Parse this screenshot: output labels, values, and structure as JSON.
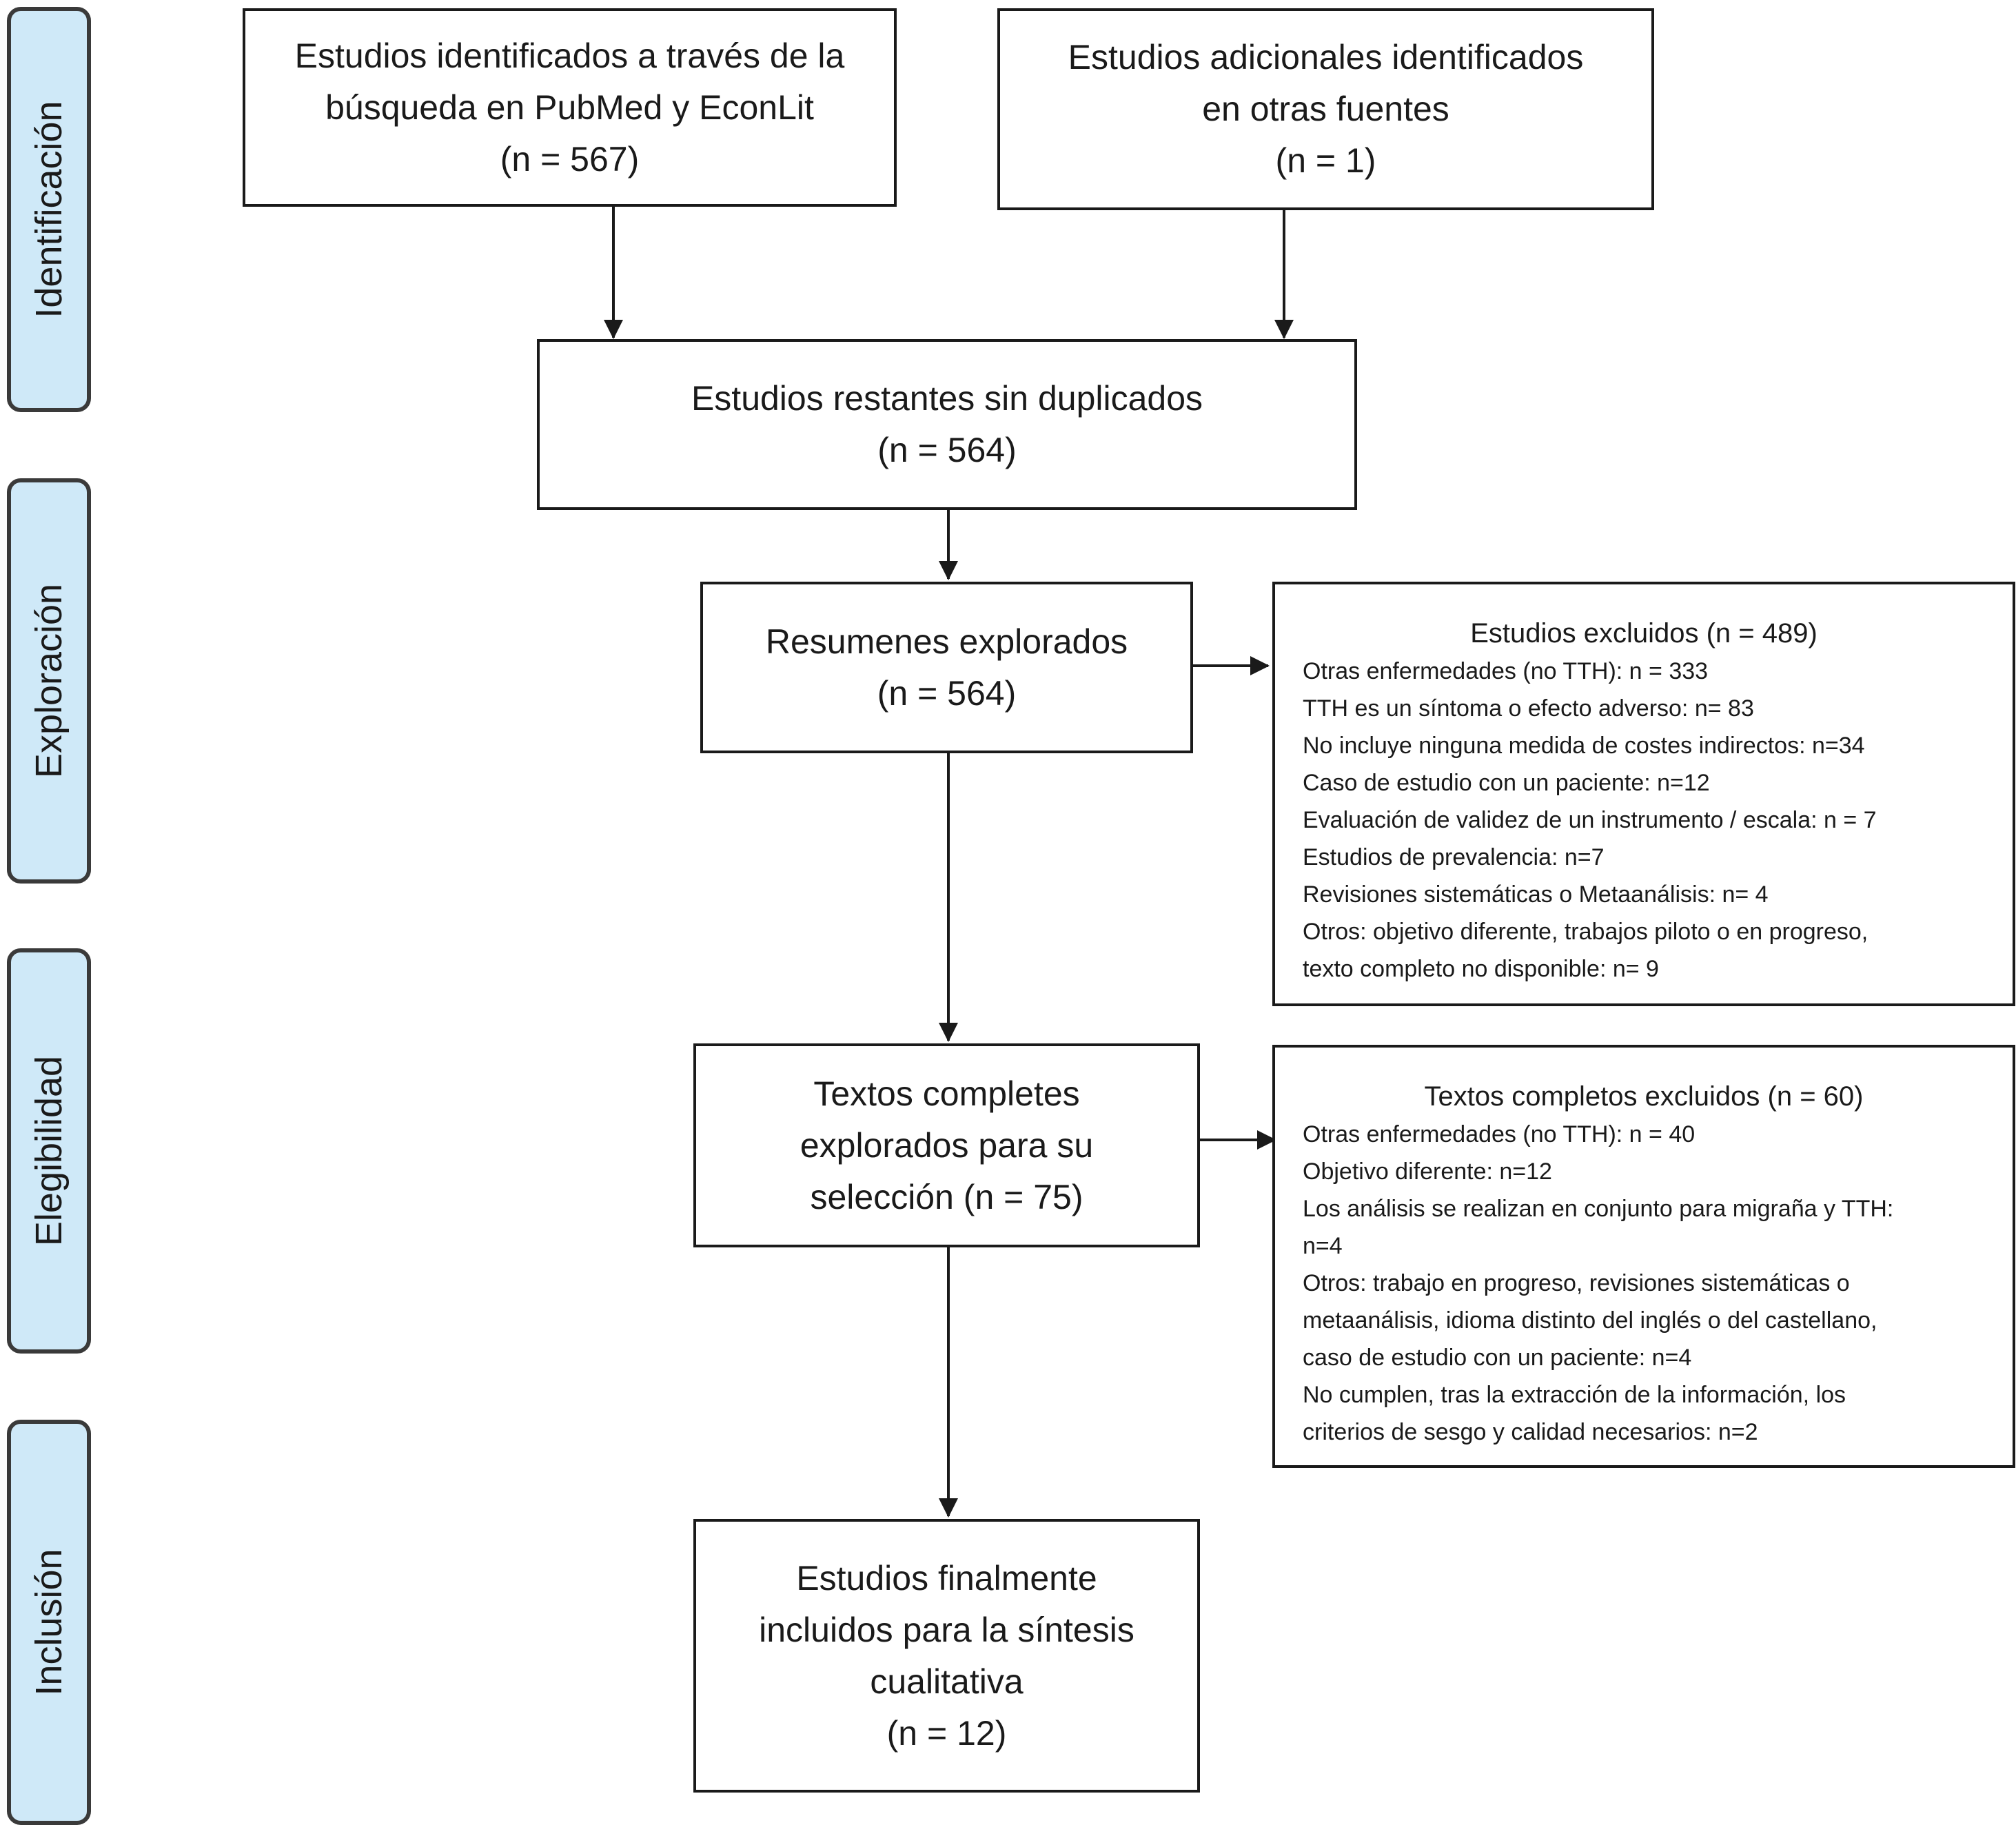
{
  "stages": {
    "identification": "Identificación",
    "screening": "Exploración",
    "eligibility": "Elegibilidad",
    "inclusion": "Inclusión"
  },
  "boxes": {
    "database_search": {
      "lines": [
        "Estudios identificados a través de la",
        "búsqueda en PubMed y EconLit",
        "(n = 567)"
      ]
    },
    "other_sources": {
      "lines": [
        "Estudios adicionales identificados",
        "en otras fuentes",
        "(n = 1)"
      ]
    },
    "after_duplicates": {
      "lines": [
        "Estudios restantes sin duplicados",
        "(n = 564)"
      ]
    },
    "screened": {
      "lines": [
        "Resumenes explorados",
        "(n = 564)"
      ]
    },
    "fulltext": {
      "lines": [
        "Textos completes",
        "explorados para su",
        "selección (n = 75)"
      ]
    },
    "included": {
      "lines": [
        "Estudios finalmente",
        "incluidos para la síntesis",
        "cualitativa",
        "(n = 12)"
      ]
    }
  },
  "excluded_abstracts": {
    "title": "Estudios excluidos (n = 489)",
    "items": [
      "Otras enfermedades (no TTH): n = 333",
      "TTH es un síntoma o efecto adverso: n= 83",
      "No incluye ninguna medida de costes indirectos: n=34",
      "Caso de estudio con un paciente: n=12",
      "Evaluación de validez de un instrumento / escala: n = 7",
      "Estudios de prevalencia: n=7",
      "Revisiones sistemáticas o Metaanálisis: n= 4",
      "Otros: objetivo diferente, trabajos piloto o en progreso,",
      "texto completo no disponible: n= 9"
    ]
  },
  "excluded_fulltext": {
    "title": "Textos completos excluidos (n = 60)",
    "items": [
      "Otras enfermedades (no TTH): n = 40",
      "Objetivo diferente: n=12",
      "Los análisis se realizan en conjunto para migraña y TTH:",
      "n=4",
      "Otros: trabajo en progreso, revisiones sistemáticas o",
      "metaanálisis, idioma distinto del inglés o del castellano,",
      "caso de estudio con un paciente: n=4",
      "No cumplen, tras la extracción de la información, los",
      "criterios de sesgo y calidad necesarios: n=2"
    ]
  }
}
